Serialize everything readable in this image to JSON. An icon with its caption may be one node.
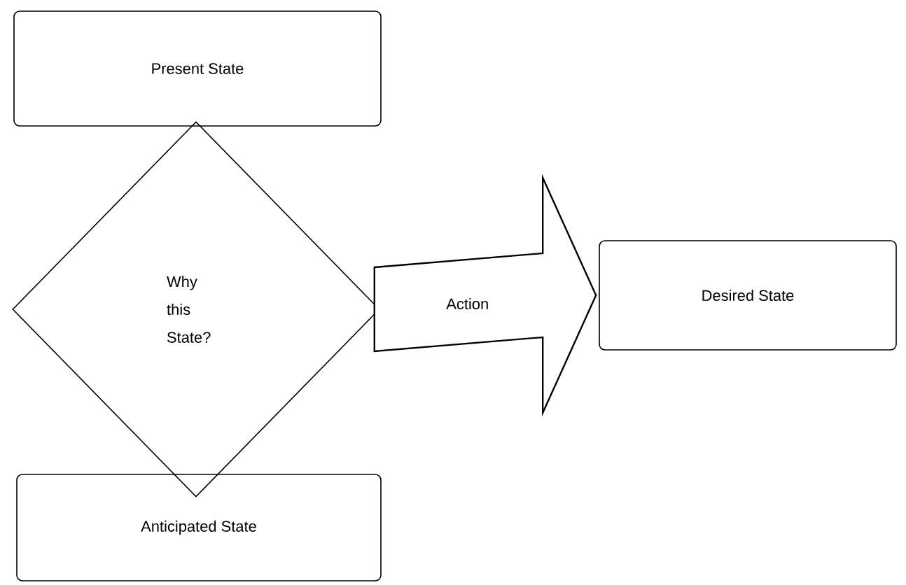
{
  "diagram": {
    "nodes": [
      {
        "text": [
          "Present State"
        ]
      },
      {
        "text": [
          "Why this State?"
        ]
      },
      {
        "text": [
          "Anticipated State"
        ]
      },
      {
        "text": [
          "Desired State"
        ]
      }
    ],
    "edges": [
      {
        "from": 1,
        "to": 3,
        "arrow": "to",
        "label": "Action",
        "style": "thick"
      }
    ]
  }
}
